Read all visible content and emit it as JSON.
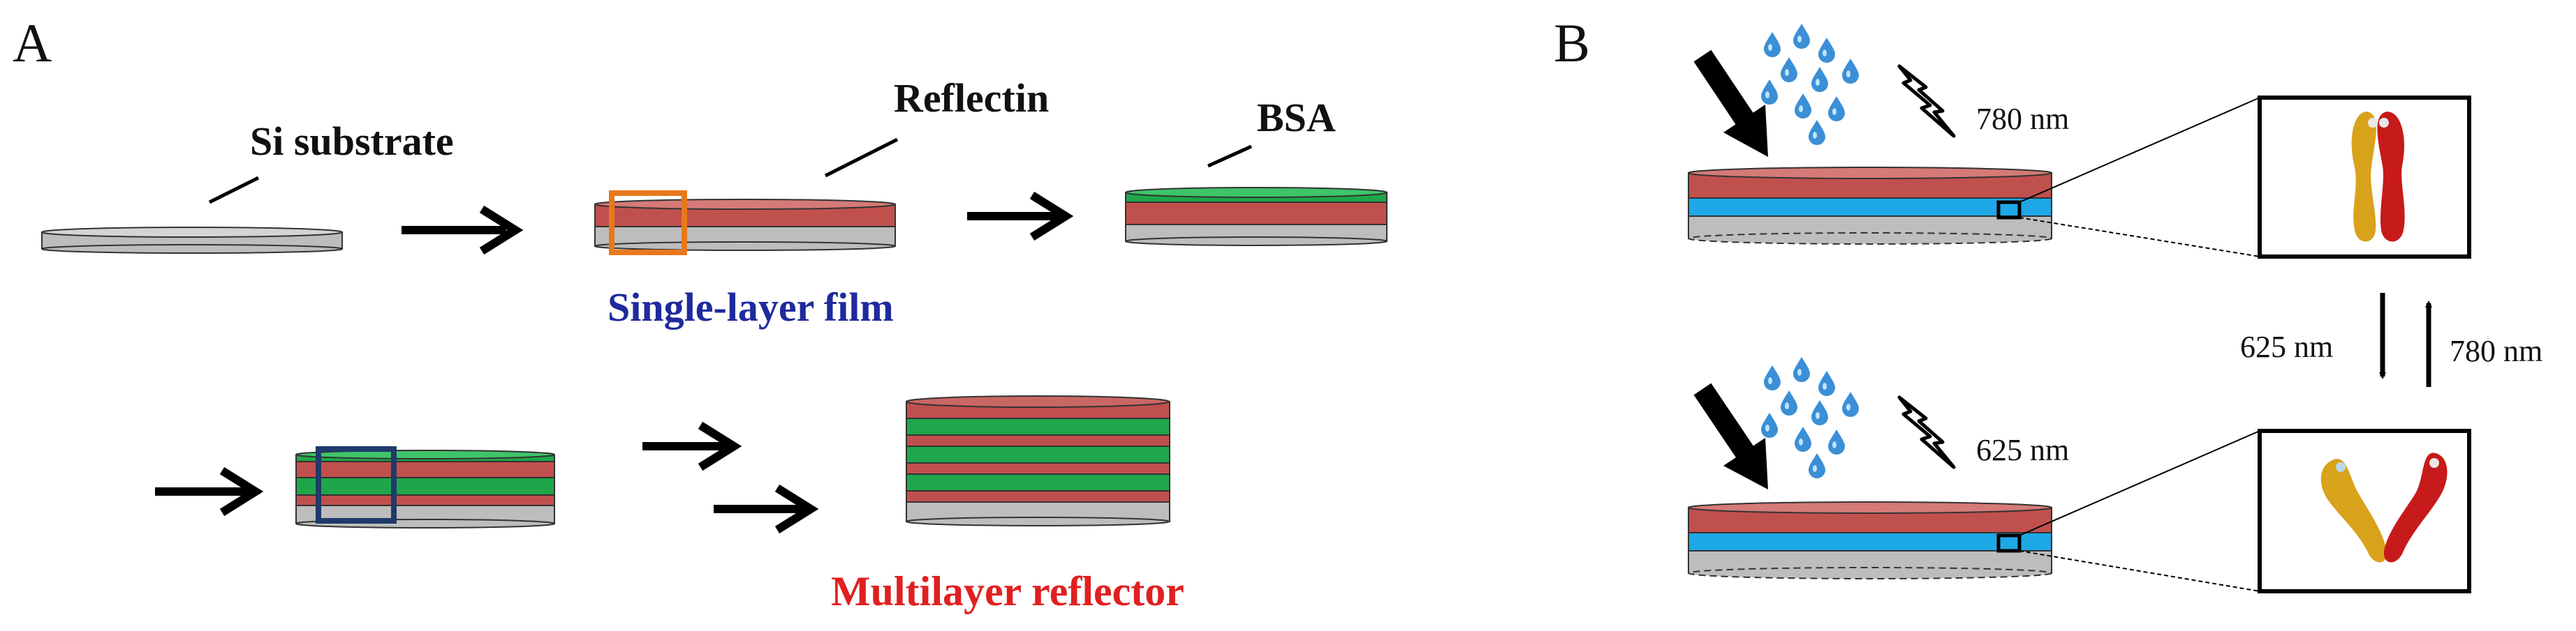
{
  "panelA": {
    "letter": "A",
    "labels": {
      "si_substrate": "Si substrate",
      "reflectin": "Reflectin",
      "bsa": "BSA",
      "single_layer_film": "Single-layer film",
      "multilayer_reflector": "Multilayer reflector"
    }
  },
  "panelB": {
    "letter": "B",
    "top_wavelength": "780 nm",
    "bottom_wavelength": "625 nm",
    "switch_down_label": "625 nm",
    "switch_up_label": "780 nm"
  },
  "colors": {
    "reflectin": "#c0504d",
    "bsa": "#1fa64a",
    "substrate": "#bdbdbd",
    "film_blue": "#1ea7e6",
    "orange_box": "#e8791b",
    "navy_box": "#1f3a6b",
    "droplet": "#3b8fd6",
    "protein_yellow": "#d9a21b",
    "protein_red": "#c71a1a"
  },
  "icons": [
    "lightning-icon",
    "water-droplets-icon",
    "arrow-icon"
  ]
}
